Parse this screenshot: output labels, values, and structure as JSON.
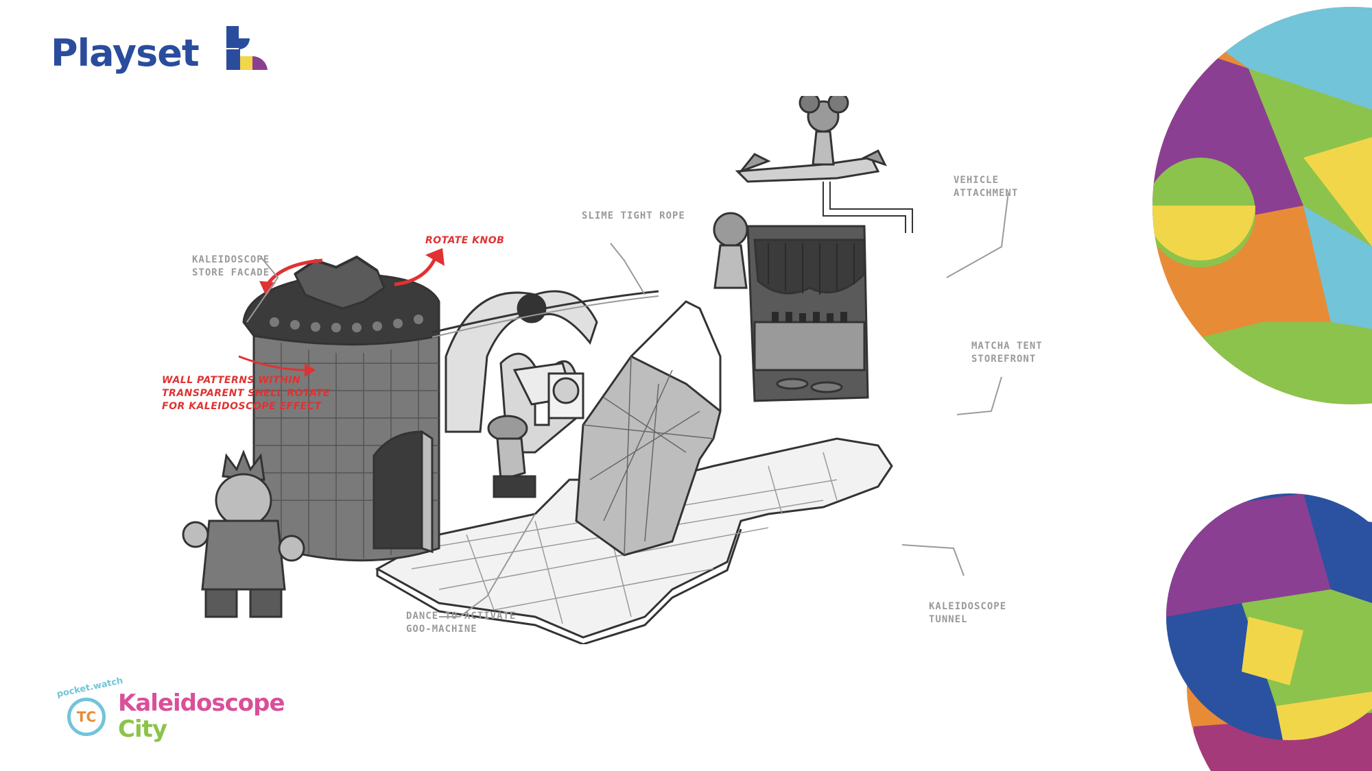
{
  "header": {
    "title": "Playset"
  },
  "colors": {
    "brand_blue": "#2a4c9d",
    "brand_purple": "#8b3f92",
    "brand_yellow": "#f1d64a",
    "label_gray": "#9a9a9a",
    "label_red": "#e03232",
    "sketch_dark": "#4a4a4a",
    "sketch_mid": "#7a7a7a",
    "sketch_light": "#bdbdbd",
    "deco_cyan": "#72c4d8",
    "deco_green": "#8cc34c",
    "deco_orange": "#e88b37",
    "deco_purple": "#8b3f92",
    "deco_yellow": "#f1d64a",
    "deco_blue": "#2a52a0",
    "deco_magenta": "#a43a7a"
  },
  "annotations": {
    "rotate_knob": "ROTATE KNOB",
    "store_facade": "KALEIDOSCOPE\nSTORE FACADE",
    "wall_patterns": "WALL PATTERNS WITHIN\nTRANSPARENT SHELL ROTATE\nFOR KALEIDOSCOPE EFFECT",
    "slime_rope": "SLIME TIGHT ROPE",
    "vehicle_attachment": "VEHICLE\nATTACHMENT",
    "matcha_tent": "MATCHA TENT\nSTOREFRONT",
    "kaleidoscope_tunnel": "KALEIDOSCOPE\nTUNNEL",
    "dance_goo": "DANCE TO ACTIVATE\nGOO-MACHINE"
  },
  "footer_logo": {
    "tagline": "pocket.watch",
    "badge": "TC",
    "line1": "Kaleidoscope",
    "line2": "City"
  }
}
